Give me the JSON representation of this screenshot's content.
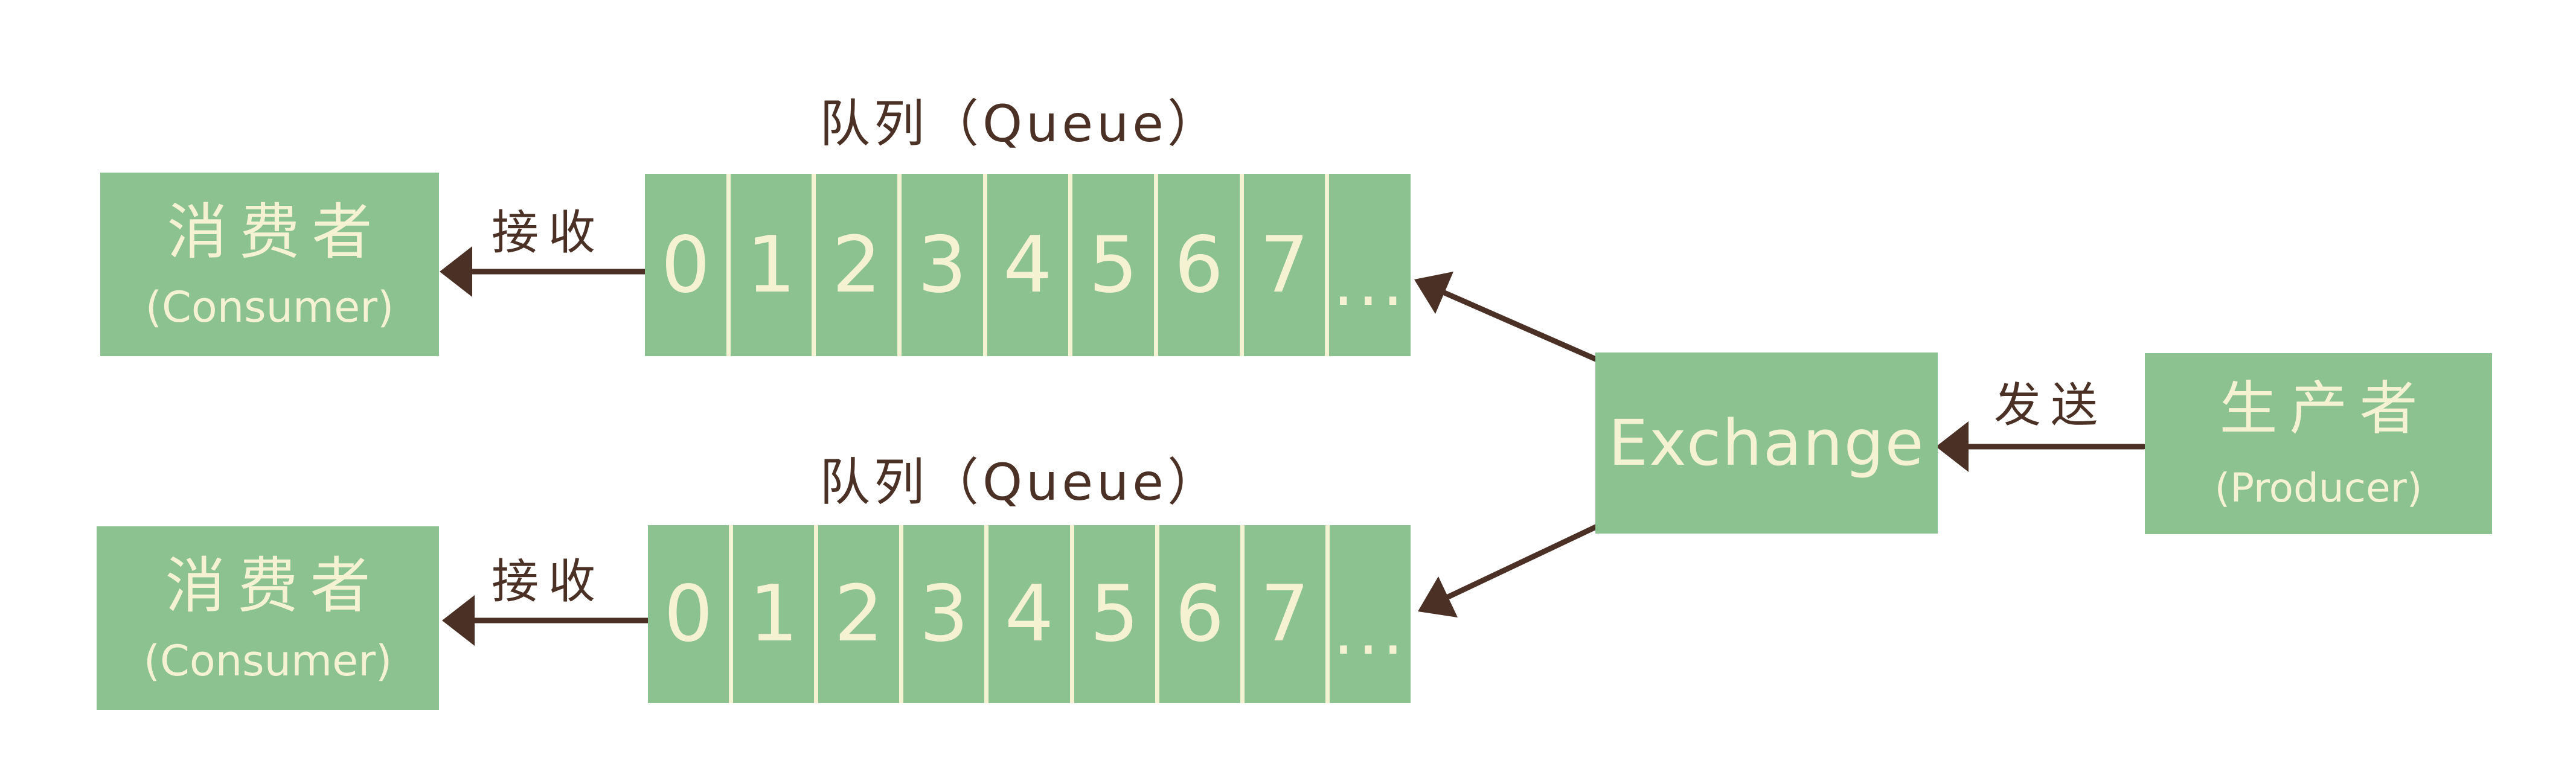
{
  "colors": {
    "background": "#ffffff",
    "green": "#8cc290",
    "cream": "#f5f2d2",
    "ink": "#4b3026"
  },
  "consumer_top": {
    "title": "消费者",
    "subtitle": "(Consumer)"
  },
  "consumer_bottom": {
    "title": "消费者",
    "subtitle": "(Consumer)"
  },
  "exchange": {
    "label": "Exchange"
  },
  "producer": {
    "title": "生产者",
    "subtitle": "(Producer)"
  },
  "queue_top": {
    "label": "队列（Queue）",
    "cells": [
      "0",
      "1",
      "2",
      "3",
      "4",
      "5",
      "6",
      "7",
      "..."
    ]
  },
  "queue_bottom": {
    "label": "队列（Queue）",
    "cells": [
      "0",
      "1",
      "2",
      "3",
      "4",
      "5",
      "6",
      "7",
      "..."
    ]
  },
  "edges": {
    "receive_top": "接收",
    "receive_bottom": "接收",
    "send": "发送"
  }
}
